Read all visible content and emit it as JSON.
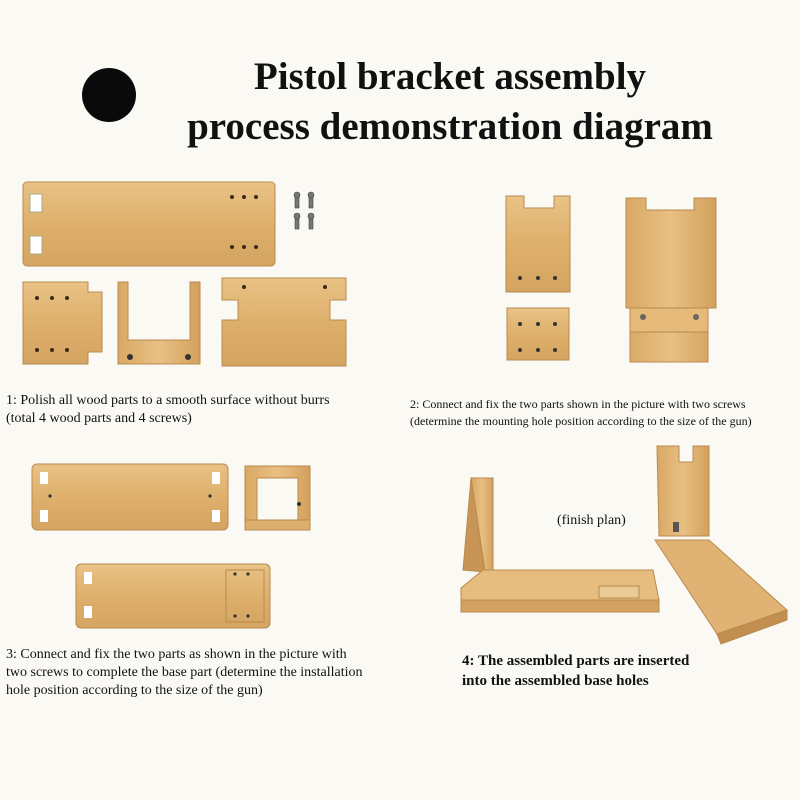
{
  "title": {
    "line1": "Pistol bracket assembly",
    "line2": "process demonstration diagram"
  },
  "steps": [
    {
      "caption_line1": "1:  Polish all wood parts to a smooth surface without burrs",
      "caption_line2": "(total 4 wood parts and 4 screws)"
    },
    {
      "caption_line1": "2:  Connect and fix the two parts shown in the picture with two screws",
      "caption_line2": "(determine the mounting hole position according to the size of the gun)"
    },
    {
      "caption_line1": "3:  Connect and fix the two parts as shown in the picture with",
      "caption_line2": "two screws to complete the base part (determine the installation",
      "caption_line3": "hole position according to the size of the gun)"
    },
    {
      "caption_line1": "4: The assembled parts are inserted",
      "caption_line2": "into the assembled base holes",
      "label": "(finish plan)"
    }
  ],
  "colors": {
    "wood": "#e2b673",
    "wood_dark": "#c9955a",
    "background": "#fbf9f4"
  }
}
